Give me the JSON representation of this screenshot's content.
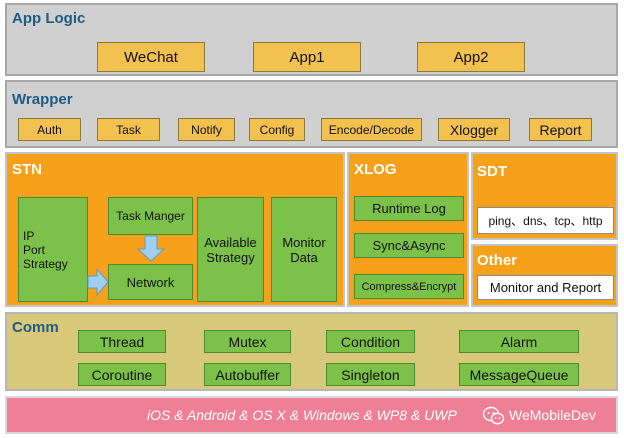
{
  "app_logic": {
    "title": "App Logic",
    "items": [
      "WeChat",
      "App1",
      "App2"
    ]
  },
  "wrapper": {
    "title": "Wrapper",
    "items": [
      "Auth",
      "Task",
      "Notify",
      "Config",
      "Encode/Decode",
      "Xlogger",
      "Report"
    ]
  },
  "stn": {
    "title": "STN",
    "ips_lines": [
      "IP",
      "Port",
      "Strategy"
    ],
    "task_manager": "Task Manger",
    "network": "Network",
    "available_strategy": "Available Strategy",
    "monitor_data": "Monitor Data"
  },
  "xlog": {
    "title": "XLOG",
    "items": [
      "Runtime Log",
      "Sync&Async",
      "Compress&Encrypt"
    ]
  },
  "sdt": {
    "title": "SDT",
    "item": "ping、dns、tcp、http"
  },
  "other": {
    "title": "Other",
    "item": "Monitor and Report"
  },
  "comm": {
    "title": "Comm",
    "items": [
      "Thread",
      "Mutex",
      "Condition",
      "Alarm",
      "Coroutine",
      "Autobuffer",
      "Singleton",
      "MessageQueue"
    ]
  },
  "footer": {
    "platforms": "iOS & Android & OS X & Windows & WP8 & UWP",
    "brand": "WeMobileDev"
  },
  "colors": {
    "layer_gray": "#cfd0cf",
    "layer_orange": "#f7a11b",
    "layer_olive": "#d8c97a",
    "layer_pink": "#ef7f96",
    "box_yellow": "#f2c14f",
    "box_green": "#7cc24a",
    "title_blue": "#1f5c84",
    "arrow_blue": "#9fd0ef"
  }
}
